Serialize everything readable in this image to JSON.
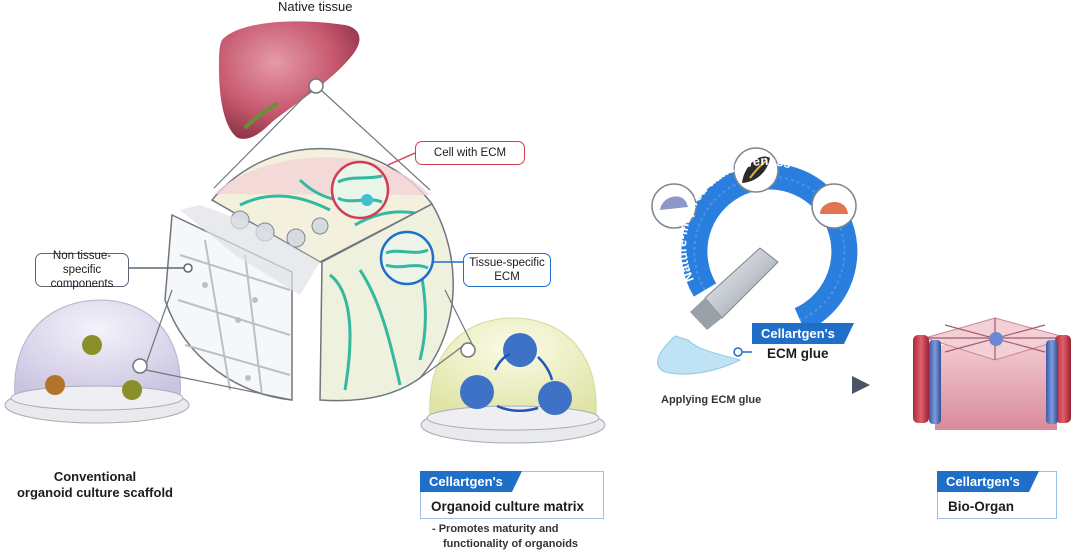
{
  "native_tissue": {
    "label": "Native tissue"
  },
  "callouts": {
    "cell_with_ecm": "Cell with ECM",
    "non_tissue_specific": {
      "line1": "Non tissue-specific",
      "line2": "components"
    },
    "tissue_specific": {
      "line1": "Tissue-specific",
      "line2": "ECM"
    }
  },
  "conventional": {
    "line1": "Conventional",
    "line2": "organoid culture scaffold"
  },
  "organoid_matrix": {
    "brand": "Cellartgen's",
    "name": "Organoid culture matrix",
    "note_line1": "- Promotes maturity and",
    "note_line2": "functionality of organoids"
  },
  "adhesiveness": {
    "arc_text": "Nature-inspired adhesiveness"
  },
  "ecm_glue": {
    "brand": "Cellartgen's",
    "name": "ECM glue"
  },
  "applying": {
    "label": "Applying ECM glue"
  },
  "bio_organ": {
    "brand": "Cellartgen's",
    "name": "Bio-Organ"
  },
  "colors": {
    "brand_blue": "#1f6fc9",
    "callout_red": "#d23c55",
    "callout_blue": "#1f6fc9",
    "callout_gray": "#5b6674",
    "arc_blue": "#2a7fde",
    "tissue_pink": "#c95a72"
  }
}
